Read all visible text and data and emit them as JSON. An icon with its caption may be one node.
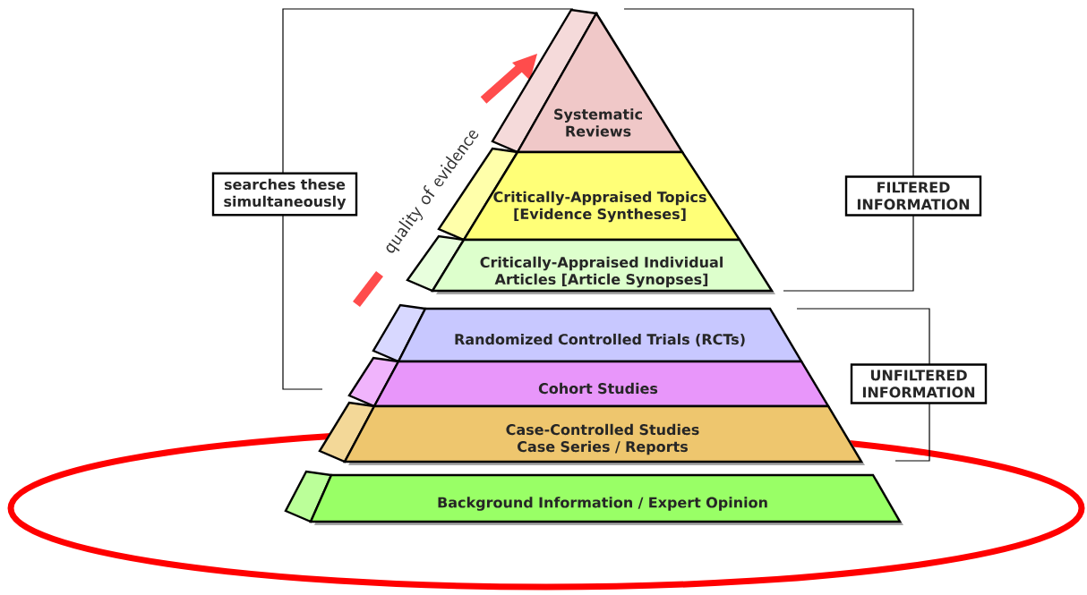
{
  "diagram": {
    "nodes": [
      {
        "text": [
          "Systematic Reviews"
        ]
      },
      {
        "text": [
          "Critically-Appraised Topics [Evidence Syntheses]"
        ]
      },
      {
        "text": [
          "Critically-Appraised Individual Articles [Article Synopses]"
        ]
      },
      {
        "text": [
          "Randomized Controlled Trials (RCTs)"
        ]
      },
      {
        "text": [
          "Cohort Studies"
        ]
      },
      {
        "text": [
          "Case-Controlled Studies Case Series / Reports"
        ]
      },
      {
        "text": [
          "Background Information / Expert Opinion"
        ]
      },
      {
        "text": [
          "searches these simultaneously"
        ]
      },
      {
        "text": [
          "FILTERED INFORMATION"
        ]
      },
      {
        "text": [
          "UNFILTERED INFORMATION"
        ]
      }
    ],
    "labels": [
      "quality of evidence"
    ]
  }
}
